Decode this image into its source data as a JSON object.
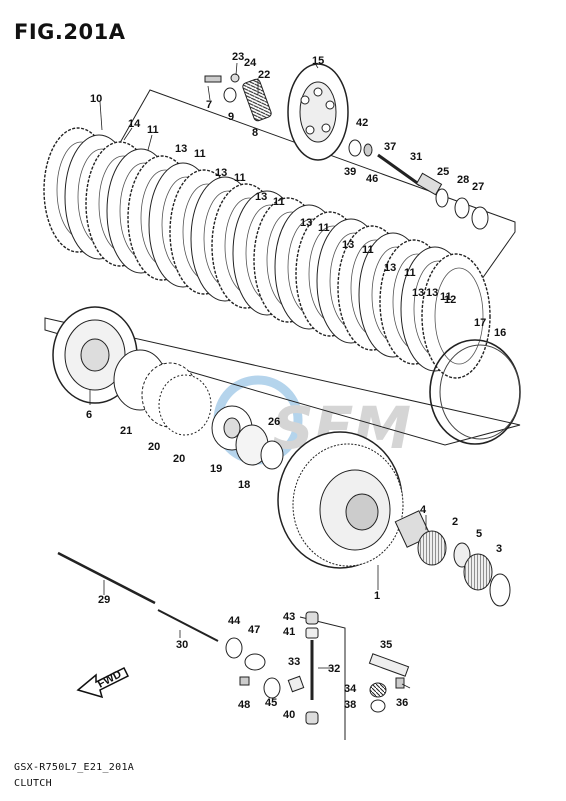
{
  "figure": {
    "title": "FIG.201A",
    "model_code": "GSX-R750L7_E21_201A",
    "section_name": "CLUTCH",
    "direction_label": "FWD",
    "watermark_colors": {
      "blue": "#9cc6e6",
      "gray": "#c8c8c8"
    }
  },
  "callouts": [
    "1",
    "2",
    "3",
    "4",
    "5",
    "6",
    "7",
    "8",
    "9",
    "10",
    "11",
    "12",
    "13",
    "14",
    "15",
    "16",
    "17",
    "18",
    "19",
    "20",
    "21",
    "22",
    "23",
    "24",
    "25",
    "26",
    "27",
    "28",
    "29",
    "30",
    "31",
    "32",
    "33",
    "34",
    "35",
    "36",
    "37",
    "38",
    "39",
    "40",
    "41",
    "42",
    "43",
    "44",
    "45",
    "46",
    "47",
    "48"
  ],
  "callout_instances": [
    {
      "id": "10"
    },
    {
      "id": "14"
    },
    {
      "id": "11"
    },
    {
      "id": "13"
    },
    {
      "id": "11"
    },
    {
      "id": "13"
    },
    {
      "id": "11"
    },
    {
      "id": "13"
    },
    {
      "id": "11"
    },
    {
      "id": "13"
    },
    {
      "id": "11"
    },
    {
      "id": "13"
    },
    {
      "id": "11"
    },
    {
      "id": "13"
    },
    {
      "id": "11"
    },
    {
      "id": "13"
    },
    {
      "id": "11"
    },
    {
      "id": "13"
    },
    {
      "id": "12"
    },
    {
      "id": "17"
    },
    {
      "id": "16"
    },
    {
      "id": "23"
    },
    {
      "id": "24"
    },
    {
      "id": "22"
    },
    {
      "id": "7"
    },
    {
      "id": "9"
    },
    {
      "id": "8"
    },
    {
      "id": "15"
    },
    {
      "id": "42"
    },
    {
      "id": "37"
    },
    {
      "id": "39"
    },
    {
      "id": "46"
    },
    {
      "id": "31"
    },
    {
      "id": "25"
    },
    {
      "id": "28"
    },
    {
      "id": "27"
    },
    {
      "id": "6"
    },
    {
      "id": "21"
    },
    {
      "id": "20"
    },
    {
      "id": "20"
    },
    {
      "id": "19"
    },
    {
      "id": "18"
    },
    {
      "id": "26"
    },
    {
      "id": "4"
    },
    {
      "id": "2"
    },
    {
      "id": "5"
    },
    {
      "id": "3"
    },
    {
      "id": "1"
    },
    {
      "id": "29"
    },
    {
      "id": "30"
    },
    {
      "id": "44"
    },
    {
      "id": "47"
    },
    {
      "id": "43"
    },
    {
      "id": "41"
    },
    {
      "id": "33"
    },
    {
      "id": "32"
    },
    {
      "id": "48"
    },
    {
      "id": "45"
    },
    {
      "id": "40"
    },
    {
      "id": "35"
    },
    {
      "id": "34"
    },
    {
      "id": "36"
    },
    {
      "id": "38"
    }
  ]
}
